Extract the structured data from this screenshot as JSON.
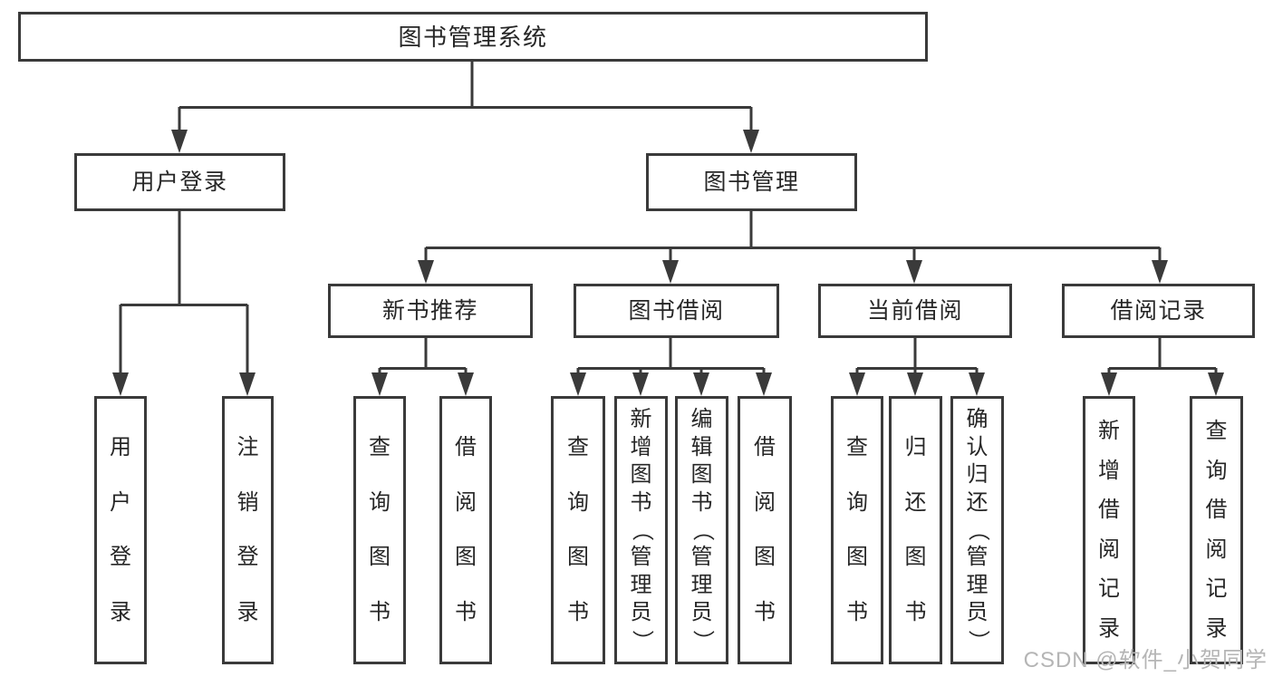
{
  "diagram_title": "图书管理系统",
  "tree": {
    "root": {
      "label": "图书管理系统"
    },
    "branches": [
      {
        "label": "用户登录",
        "leaves": [
          {
            "label": "用户登录"
          },
          {
            "label": "注销登录"
          }
        ]
      },
      {
        "label": "图书管理",
        "groups": [
          {
            "label": "新书推荐",
            "leaves": [
              {
                "label": "查询图书"
              },
              {
                "label": "借阅图书"
              }
            ]
          },
          {
            "label": "图书借阅",
            "leaves": [
              {
                "label": "查询图书"
              },
              {
                "label": "新增图书（管理员）"
              },
              {
                "label": "编辑图书（管理员）"
              },
              {
                "label": "借阅图书"
              }
            ]
          },
          {
            "label": "当前借阅",
            "leaves": [
              {
                "label": "查询图书"
              },
              {
                "label": "归还图书"
              },
              {
                "label": "确认归还（管理员）"
              }
            ]
          },
          {
            "label": "借阅记录",
            "leaves": [
              {
                "label": "新增借阅记录"
              },
              {
                "label": "查询借阅记录"
              }
            ]
          }
        ]
      }
    ]
  },
  "watermark": {
    "text": "CSDN @软件_小贺同学"
  },
  "colors": {
    "line": "#3a3a3a",
    "box_border": "#3a3a3a",
    "text": "#262626",
    "watermark": "#b5b5b5",
    "background": "#ffffff"
  }
}
